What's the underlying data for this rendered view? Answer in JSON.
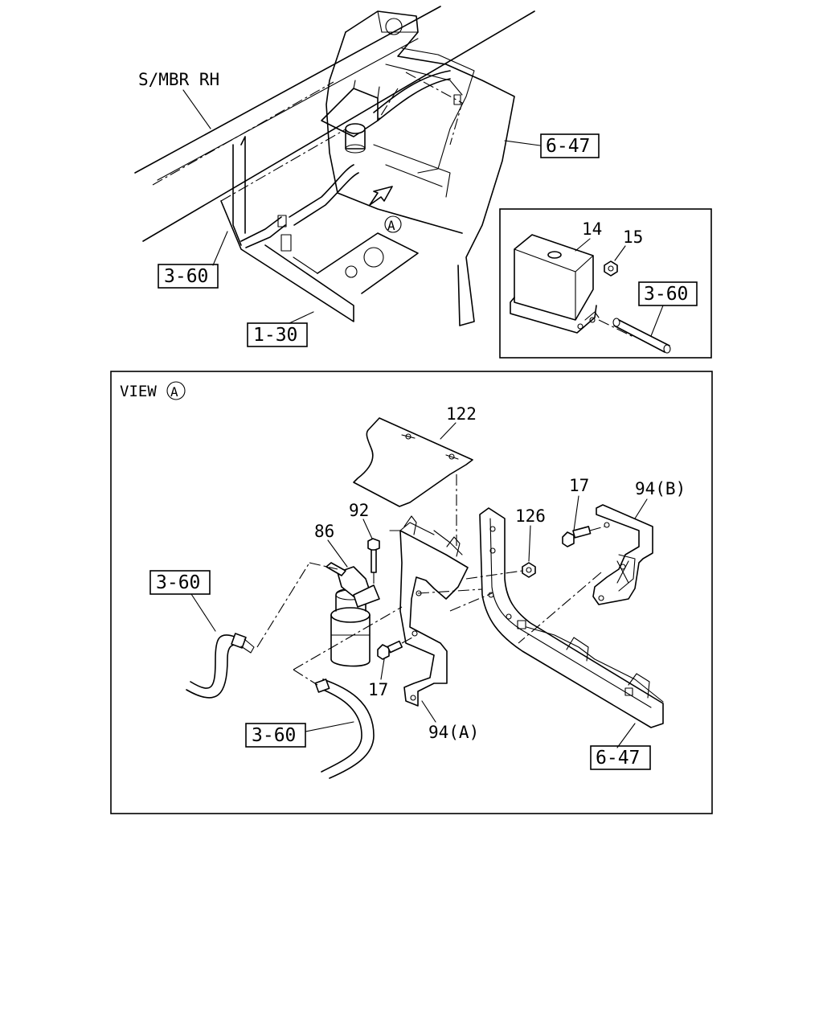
{
  "top_view": {
    "member_label": "S/MBR RH",
    "ref_6_47": "6-47",
    "ref_3_60": "3-60",
    "ref_1_30": "1-30",
    "view_marker": "A"
  },
  "inset": {
    "part_14": "14",
    "part_15": "15",
    "ref_3_60": "3-60"
  },
  "view_a": {
    "title": "VIEW",
    "marker": "A",
    "part_122": "122",
    "part_92": "92",
    "part_86": "86",
    "part_126": "126",
    "part_17_top": "17",
    "part_17_bottom": "17",
    "part_94b": "94(B)",
    "part_94a": "94(A)",
    "ref_3_60_left": "3-60",
    "ref_3_60_bottom": "3-60",
    "ref_6_47": "6-47"
  }
}
